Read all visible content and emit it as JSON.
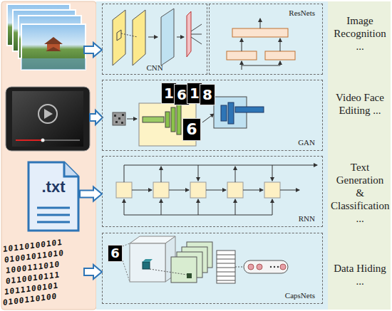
{
  "diagram": {
    "nodes": [
      {
        "text": [
          "CNN"
        ]
      },
      {
        "text": [
          "ResNets"
        ]
      },
      {
        "text": [
          "GAN"
        ]
      },
      {
        "text": [
          ".txt"
        ]
      },
      {
        "text": [
          "RNN"
        ]
      },
      {
        "text": [
          "CapsNets"
        ]
      }
    ],
    "edges": [
      {
        "from": 3,
        "to": 4,
        "arrow": "to"
      }
    ],
    "labels": [
      "Image Recognition ...",
      "Video Face Editing ...",
      "Text Generation & Classification ...",
      "Data Hiding ...",
      "1",
      "6",
      "1",
      "8",
      "6",
      "6",
      "10110100101",
      "01001011010",
      "1000111010",
      "0110010111",
      "1011100101",
      "0100110100"
    ]
  }
}
